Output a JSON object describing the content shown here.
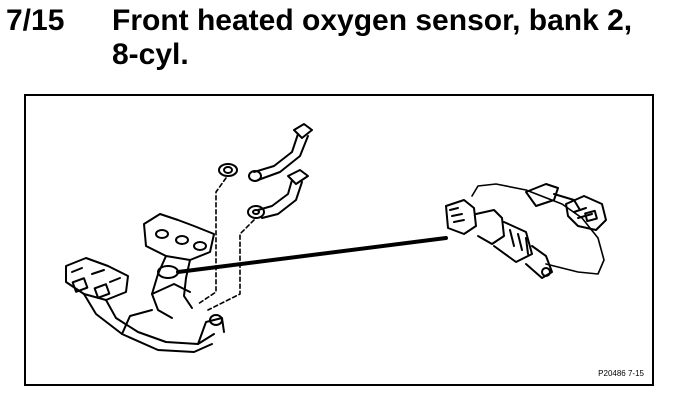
{
  "header": {
    "figure_number": "7/15",
    "title_line1": "Front heated oxygen sensor, bank 2,",
    "title_line2": "8-cyl."
  },
  "figure": {
    "reference_code": "P20486  7-15",
    "icons": [
      "exhaust-manifold-icon",
      "exhaust-pipe-icon",
      "gasket-icon",
      "oxygen-sensor-icon",
      "sensor-connector-icon"
    ]
  }
}
